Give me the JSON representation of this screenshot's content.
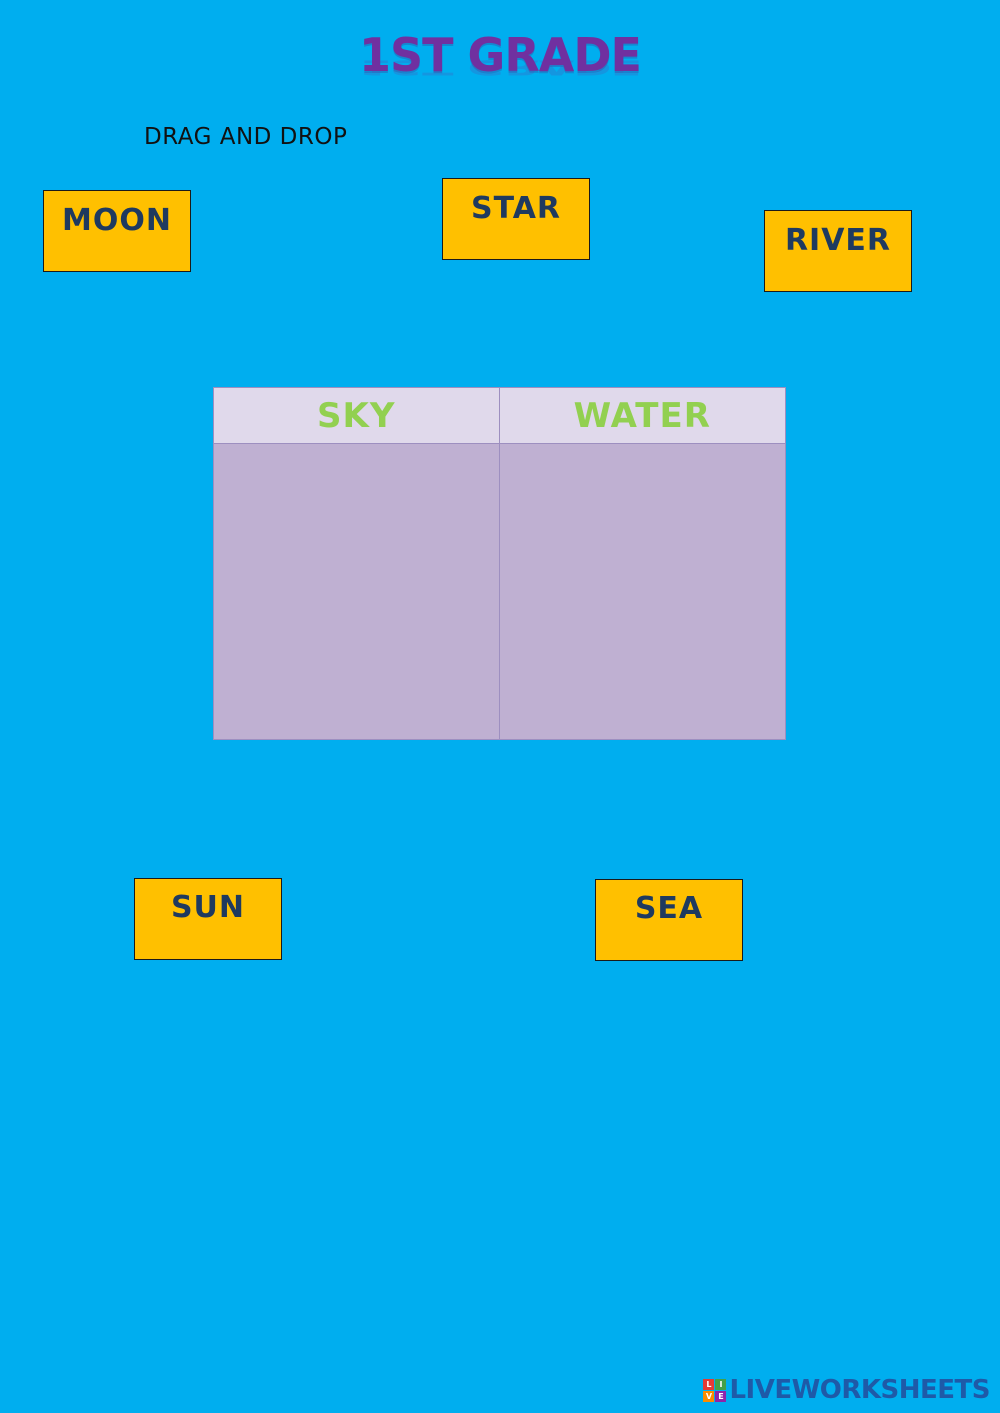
{
  "worksheet": {
    "title": "1ST GRADE",
    "instruction": "DRAG AND DROP",
    "colors": {
      "background": "#00AEEF",
      "title": "#7030A0",
      "card_fill": "#FFC000",
      "card_text": "#1F3A5F",
      "table_header": "#E0D9EB",
      "table_body": "#BFB0D2",
      "header_text": "#92D050"
    }
  },
  "cards": {
    "moon": "MOON",
    "star": "STAR",
    "river": "RIVER",
    "sun": "SUN",
    "sea": "SEA"
  },
  "table": {
    "columns": [
      "SKY",
      "WATER"
    ]
  },
  "watermark": {
    "brand": "LIVEWORKSHEETS",
    "logo_letters": [
      "L",
      "I",
      "V",
      "E"
    ],
    "icon": "liveworksheets-logo-icon"
  }
}
